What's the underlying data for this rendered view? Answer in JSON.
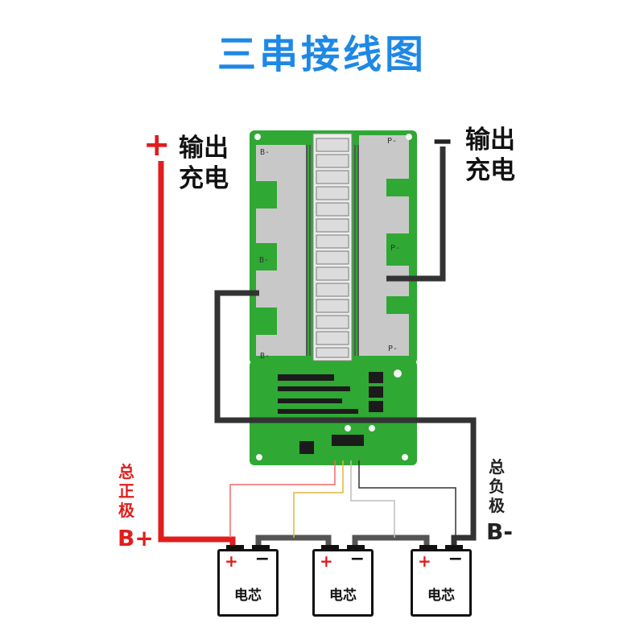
{
  "title": "三串接线图",
  "output_positive": {
    "sign": "+",
    "line1": "输出",
    "line2": "充电"
  },
  "output_negative": {
    "sign": "━",
    "line1": "输出",
    "line2": "充电"
  },
  "total_positive": {
    "label": "总正极",
    "terminal": "B+"
  },
  "total_negative": {
    "label": "总负极",
    "terminal": "B-"
  },
  "pcb_labels": {
    "b_minus": "B-",
    "p_minus": "P-"
  },
  "cells": [
    {
      "plus": "+",
      "minus": "−",
      "name": "电芯"
    },
    {
      "plus": "+",
      "minus": "−",
      "name": "电芯"
    },
    {
      "plus": "+",
      "minus": "−",
      "name": "电芯"
    }
  ],
  "colors": {
    "title": "#1e88e5",
    "positive_wire": "#e11d1d",
    "negative_wire": "#333333",
    "pcb_green": "#2fa834",
    "pad_gray": "#c8c8c8"
  }
}
